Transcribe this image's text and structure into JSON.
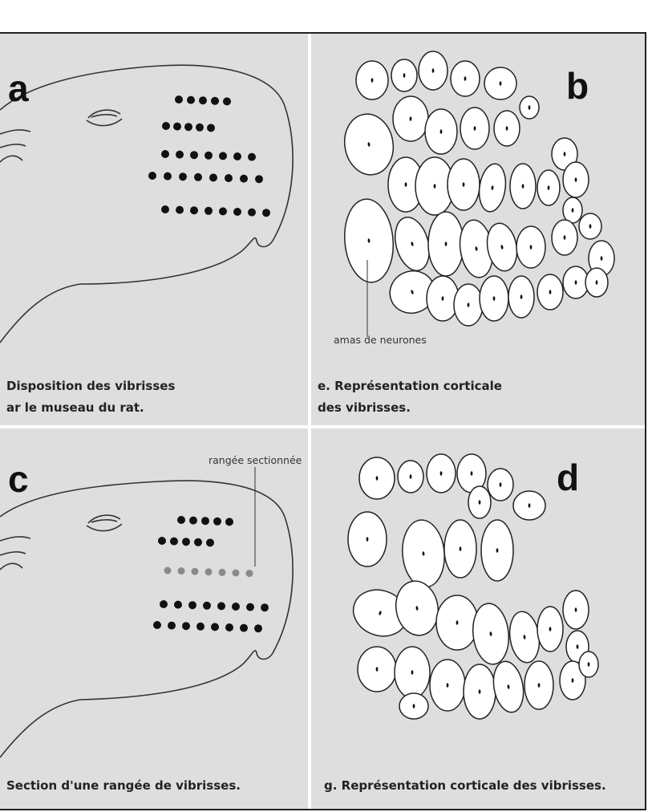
{
  "panels": {
    "a": {
      "letter": "a",
      "caption_line1": "Disposition des vibrisses",
      "caption_line2": "ar le museau du rat."
    },
    "b": {
      "letter": "b",
      "caption_line1": "e. Représentation corticale",
      "caption_line2": "des vibrisses.",
      "label": "amas de neurones"
    },
    "c": {
      "letter": "c",
      "caption": "Section d'une rangée de vibrisses.",
      "label": "rangée sectionnée"
    },
    "d": {
      "letter": "d",
      "caption": "g. Représentation corticale des vibrisses."
    }
  },
  "colors": {
    "panel_bg": "#dedede",
    "line": "#222222",
    "dot": "#111111",
    "sectioned_dot": "#8a8a8a",
    "cell_fill": "#ffffff"
  }
}
